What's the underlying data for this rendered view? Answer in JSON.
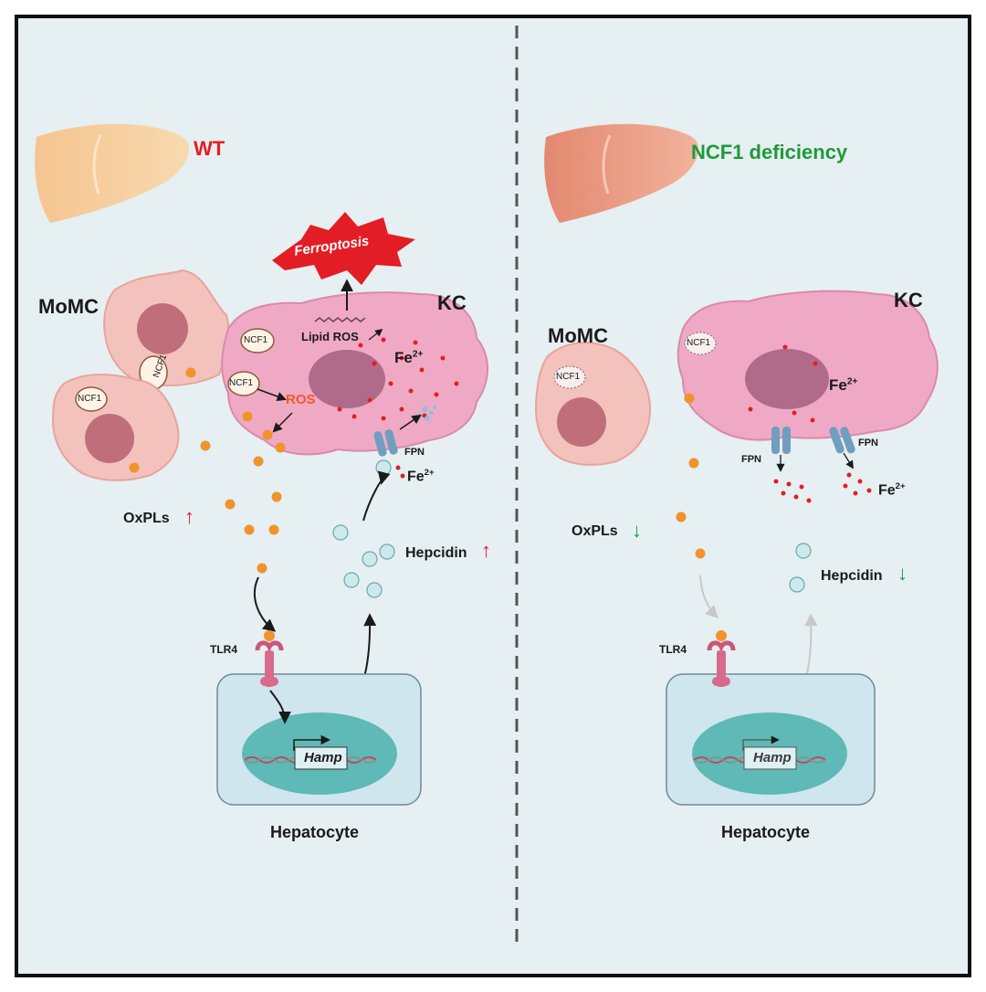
{
  "left": {
    "condition": "WT",
    "momc": "MoMC",
    "kc": "KC",
    "ncf1_a": "NCF1",
    "ncf1_b": "NCF1",
    "ncf1_c": "NCF1",
    "ncf1_d": "NCF1",
    "ros": "ROS",
    "lipid_ros": "Lipid ROS",
    "fe_inside": "Fe",
    "fe_outside": "Fe",
    "fe_charge": "2+",
    "fpn": "FPN",
    "ferroptosis": "Ferroptosis",
    "oxpls": "OxPLs",
    "oxpls_arrow": "↑",
    "hepcidin": "Hepcidin",
    "hepcidin_arrow": "↑",
    "tlr4": "TLR4",
    "hamp": "Hamp",
    "hepatocyte": "Hepatocyte"
  },
  "right": {
    "condition": "NCF1 deficiency",
    "momc": "MoMC",
    "kc": "KC",
    "ncf1_a": "NCF1",
    "ncf1_b": "NCF1",
    "fe_inside": "Fe",
    "fe_outside": "Fe",
    "fe_charge": "2+",
    "fpn_a": "FPN",
    "fpn_b": "FPN",
    "oxpls": "OxPLs",
    "oxpls_arrow": "↓",
    "hepcidin": "Hepcidin",
    "hepcidin_arrow": "↓",
    "tlr4": "TLR4",
    "hamp": "Hamp",
    "hepatocyte": "Hepatocyte"
  },
  "colors": {
    "background": "#e6eff1",
    "cell_pink": "#f0a9c5",
    "momc_pink": "#f4c2bd",
    "nucleus": "#b06a8a",
    "hepatocyte": "#cfe6ee",
    "hepatocyte_nucleus": "#5fb9b6",
    "oxpl_dot": "#f0932b",
    "hepcidin": "#cde9ea",
    "fe_dot": "#e31d25",
    "wt_label": "#e31d25",
    "deficiency_label": "#1e9a3a"
  }
}
